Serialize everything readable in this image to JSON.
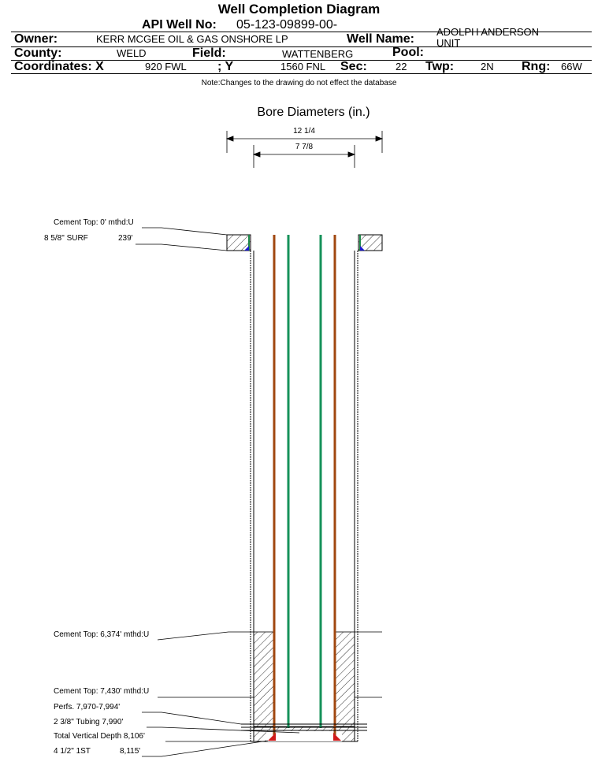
{
  "header": {
    "title": "Well Completion Diagram",
    "api_label": "API Well No:",
    "api_value": "05-123-09899-00-",
    "owner_label": "Owner:",
    "owner_value": "KERR MCGEE OIL & GAS ONSHORE LP",
    "well_name_label": "Well Name:",
    "well_name_value_1": "ADOLPH ANDERSON",
    "well_name_value_2": "UNIT",
    "county_label": "County:",
    "county_value": "WELD",
    "field_label": "Field:",
    "field_value": "WATTENBERG",
    "pool_label": "Pool:",
    "coord_x_label": "Coordinates: X",
    "coord_x_value": "920 FWL",
    "coord_y_label": "; Y",
    "coord_y_value": "1560 FNL",
    "sec_label": "Sec:",
    "sec_value": "22",
    "twp_label": "Twp:",
    "twp_value": "2N",
    "rng_label": "Rng:",
    "rng_value": "66W"
  },
  "note": "Note:Changes to the drawing do not effect the database",
  "bore": {
    "title": "Bore Diameters (in.)",
    "outer": "12 1/4",
    "inner": "7 7/8"
  },
  "annotations": {
    "cement_top_surface": "Cement Top: 0' mthd:U",
    "surface_casing": "8 5/8\" SURF",
    "surface_depth": "239'",
    "cement_top_1": "Cement Top: 6,374' mthd:U",
    "cement_top_2": "Cement Top: 7,430' mthd:U",
    "perfs": "Perfs. 7,970-7,994'",
    "tubing": "2 3/8\" Tubing 7,990'",
    "tvd": "Total Vertical Depth 8,106'",
    "production_casing": "4 1/2\" 1ST",
    "production_depth": "8,115'"
  },
  "colors": {
    "surface_casing": "#1f8a4c",
    "cement_marker": "#1a1ad0",
    "production_casing": "#a0470f",
    "tubing": "#15925a",
    "shoe": "#d01a1a"
  }
}
